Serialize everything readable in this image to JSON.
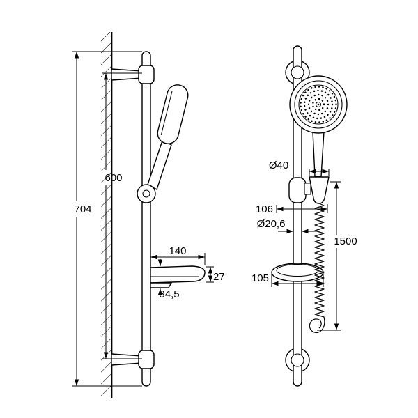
{
  "colors": {
    "line": "#000000",
    "background": "#ffffff"
  },
  "side_view": {
    "overall_height": "704",
    "bar_length": "600",
    "soap_dish_depth": "140",
    "soap_dish_edge_height": "27",
    "soap_dish_total_height": "34,5"
  },
  "front_view": {
    "holder_diameter": "Ø40",
    "holder_width": "106",
    "rail_diameter": "Ø20,6",
    "hose_length": "1500",
    "soap_dish_width": "105"
  }
}
